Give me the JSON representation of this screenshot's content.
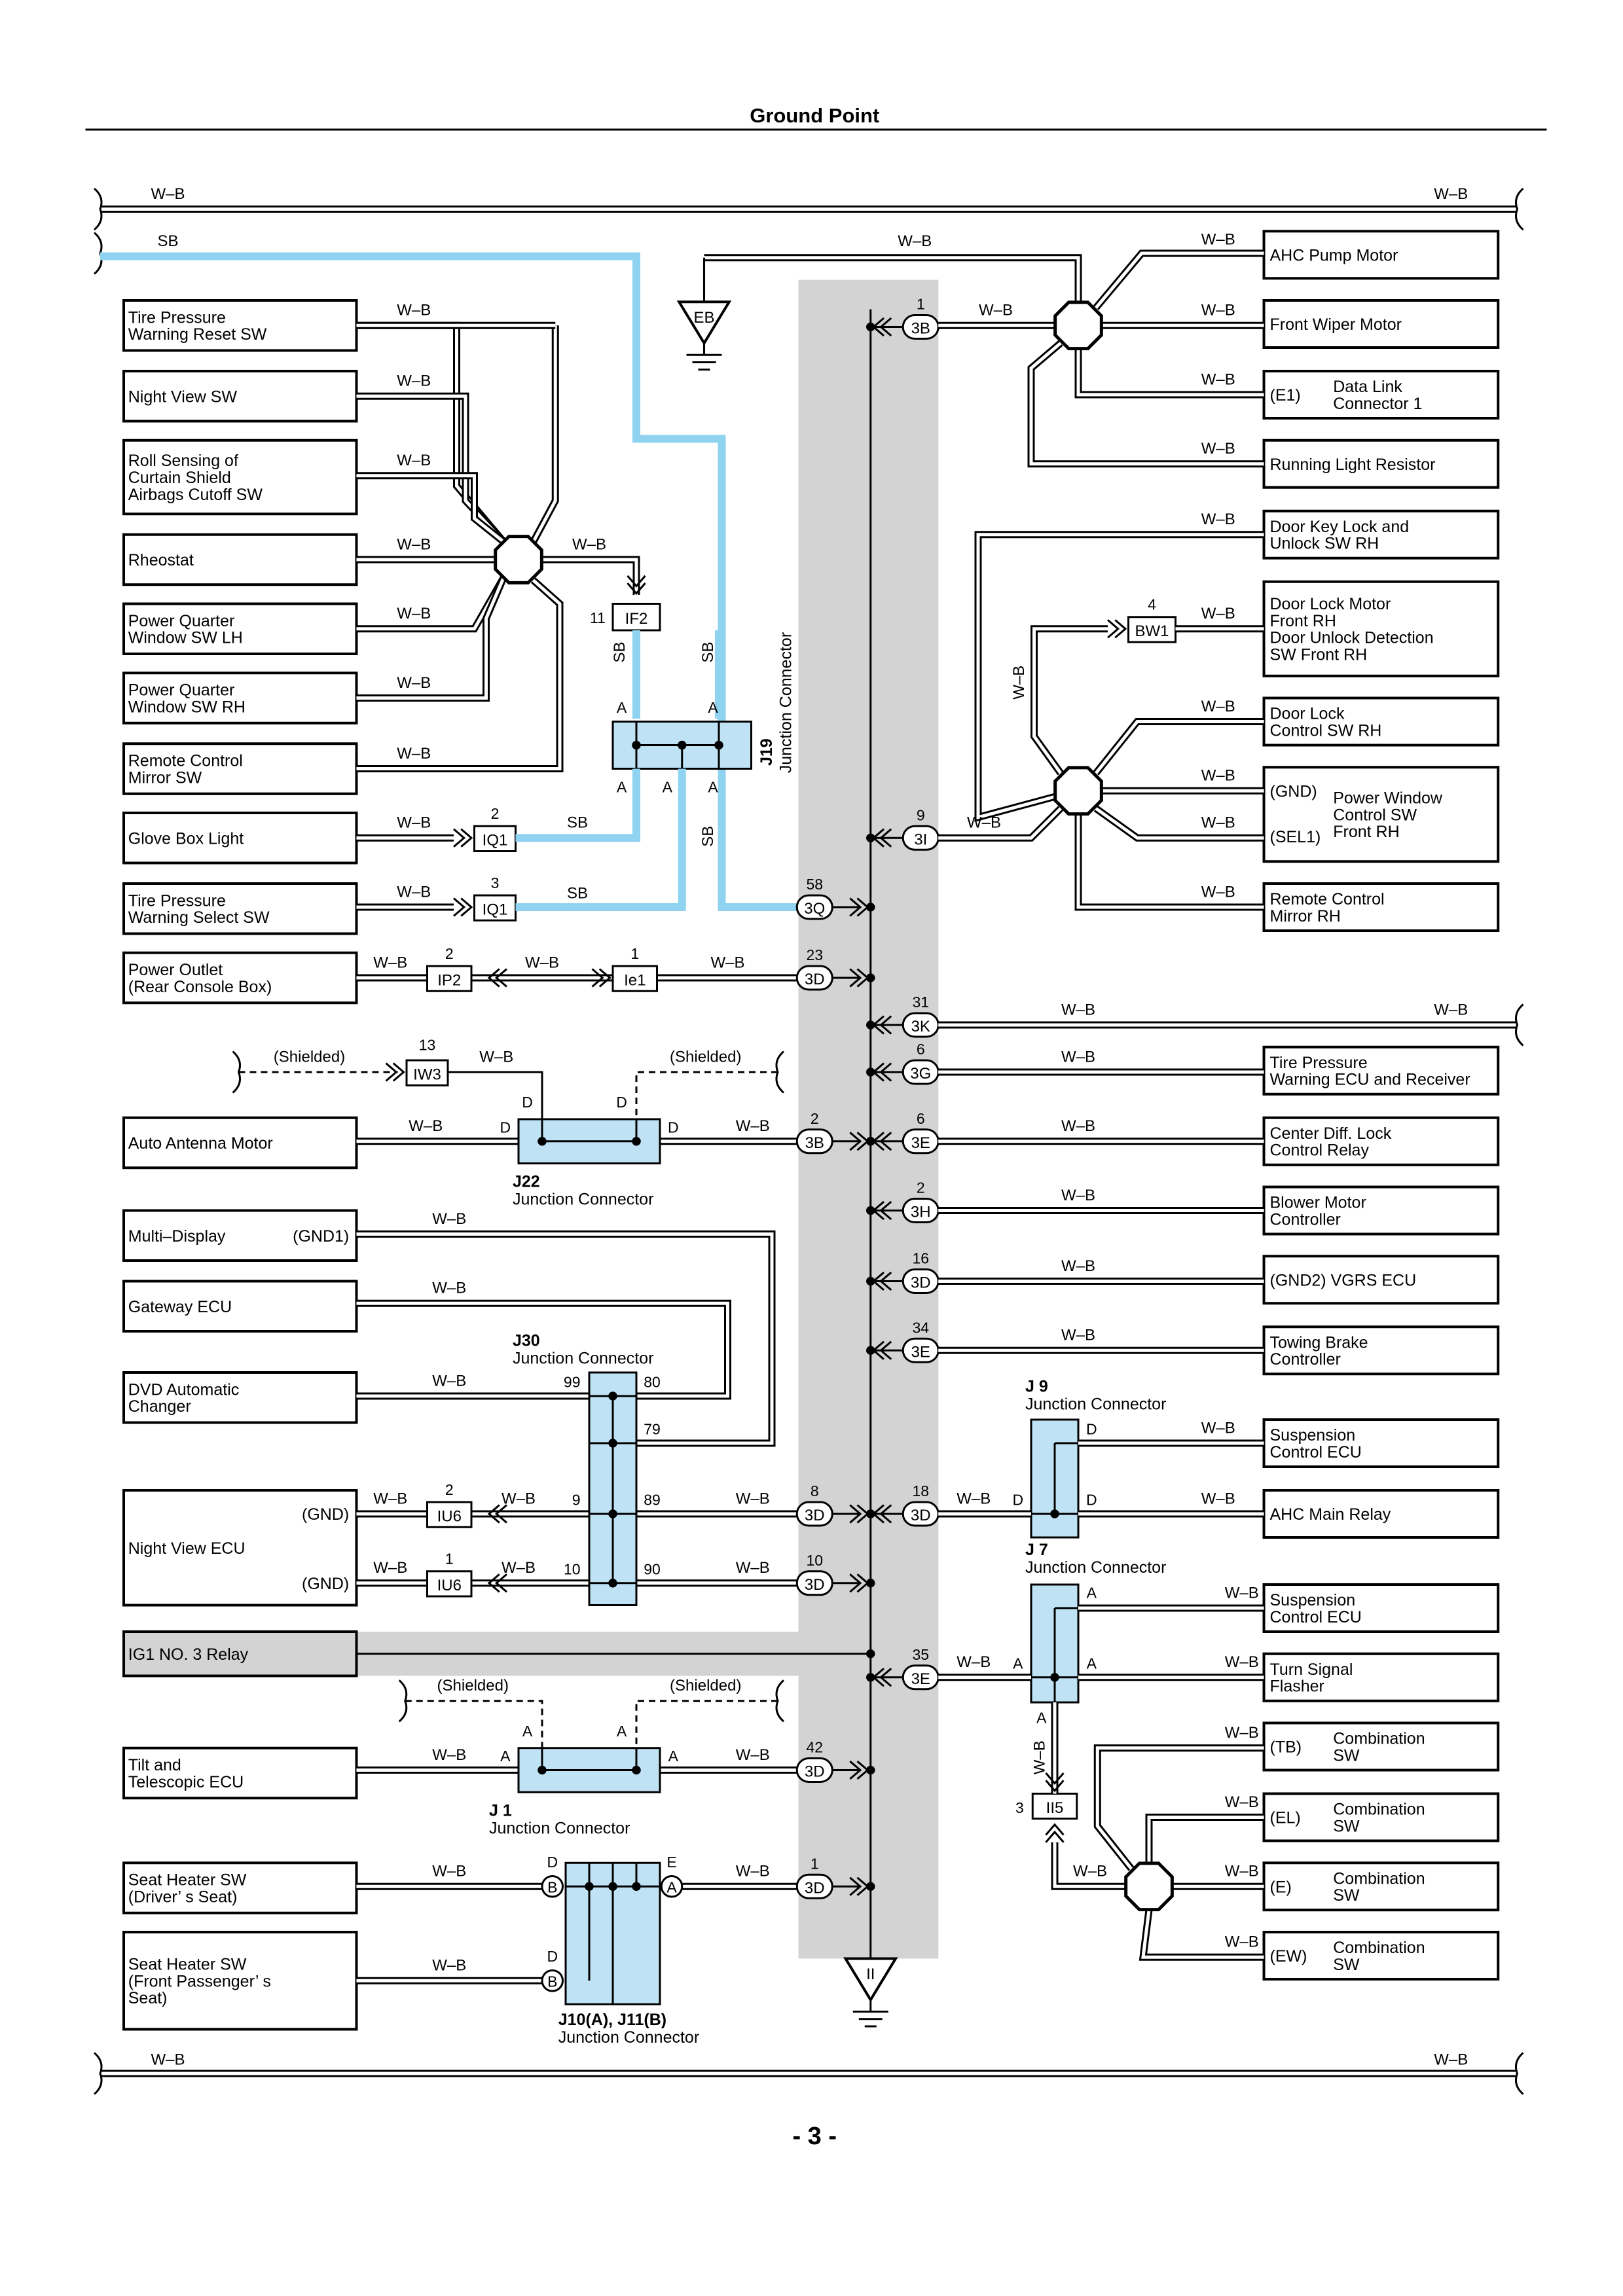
{
  "title": "Ground Point",
  "page_number": "- 3 -",
  "wire_codes": {
    "wb": "W–B",
    "sb": "SB"
  },
  "shielded": "(Shielded)",
  "vertical_label": "Junction Connector",
  "ground_points": [
    {
      "code": "EB"
    },
    {
      "code": "II"
    }
  ],
  "left_components": [
    {
      "lines": [
        "Tire Pressure",
        "Warning Reset SW"
      ]
    },
    {
      "lines": [
        "Night View SW"
      ]
    },
    {
      "lines": [
        "Roll Sensing of",
        "Curtain Shield",
        "Airbags Cutoff SW"
      ]
    },
    {
      "lines": [
        "Rheostat"
      ]
    },
    {
      "lines": [
        "Power Quarter",
        "Window SW LH"
      ]
    },
    {
      "lines": [
        "Power Quarter",
        "Window SW RH"
      ]
    },
    {
      "lines": [
        "Remote Control",
        "Mirror SW"
      ]
    },
    {
      "lines": [
        "Glove Box Light"
      ]
    },
    {
      "lines": [
        "Tire Pressure",
        "Warning Select SW"
      ]
    },
    {
      "lines": [
        "Power Outlet",
        "(Rear Console Box)"
      ]
    },
    {
      "lines": [
        "Auto Antenna Motor"
      ]
    },
    {
      "lines": [
        "Multi–Display"
      ],
      "term": "(GND1)"
    },
    {
      "lines": [
        "Gateway ECU"
      ]
    },
    {
      "lines": [
        "DVD Automatic",
        "Changer"
      ]
    },
    {
      "lines": [
        "Night View ECU"
      ],
      "term1": "(GND)",
      "term2": "(GND)"
    },
    {
      "lines": [
        "IG1 NO. 3 Relay"
      ]
    },
    {
      "lines": [
        "Tilt and",
        "Telescopic ECU"
      ]
    },
    {
      "lines": [
        "Seat Heater SW",
        "(Driver’ s Seat)"
      ]
    },
    {
      "lines": [
        "Seat Heater SW",
        "(Front Passenger’ s",
        " Seat)"
      ]
    }
  ],
  "right_components": [
    {
      "lines": [
        "AHC Pump Motor"
      ]
    },
    {
      "lines": [
        "Front Wiper Motor"
      ]
    },
    {
      "term": "(E1)",
      "lines": [
        "Data Link",
        "Connector 1"
      ]
    },
    {
      "lines": [
        "Running Light Resistor"
      ]
    },
    {
      "lines": [
        "Door Key Lock and",
        "Unlock SW RH"
      ]
    },
    {
      "lines": [
        "Door Lock Motor",
        "Front RH",
        "Door Unlock Detection",
        "SW Front RH"
      ]
    },
    {
      "lines": [
        "Door Lock",
        "Control SW RH"
      ]
    },
    {
      "term1": "(GND)",
      "term2": "(SEL1)",
      "lines": [
        "Power Window",
        "Control SW",
        "Front RH"
      ]
    },
    {
      "lines": [
        "Remote Control",
        "Mirror RH"
      ]
    },
    {
      "lines": [
        "Tire Pressure",
        "Warning ECU and Receiver"
      ]
    },
    {
      "lines": [
        "Center Diff.  Lock",
        "Control Relay"
      ]
    },
    {
      "lines": [
        "Blower Motor",
        "Controller"
      ]
    },
    {
      "lines": [
        "(GND2) VGRS ECU"
      ]
    },
    {
      "lines": [
        "Towing Brake",
        "Controller"
      ]
    },
    {
      "lines": [
        "Suspension",
        "Control ECU"
      ]
    },
    {
      "lines": [
        "AHC Main Relay"
      ]
    },
    {
      "lines": [
        "Suspension",
        "Control ECU"
      ]
    },
    {
      "lines": [
        "Turn Signal",
        "Flasher"
      ]
    },
    {
      "term": "(TB)",
      "lines": [
        "Combination",
        "SW"
      ]
    },
    {
      "term": "(EL)",
      "lines": [
        "Combination",
        "SW"
      ]
    },
    {
      "term": "(E)",
      "lines": [
        "Combination",
        "SW"
      ]
    },
    {
      "term": "(EW)",
      "lines": [
        "Combination",
        "SW"
      ]
    }
  ],
  "pills": [
    {
      "code": "3B",
      "pin": "1"
    },
    {
      "code": "3I",
      "pin": "9"
    },
    {
      "code": "3Q",
      "pin": "58"
    },
    {
      "code": "3D",
      "pin": "23"
    },
    {
      "code": "3K",
      "pin": "31"
    },
    {
      "code": "3G",
      "pin": "6"
    },
    {
      "code": "3B",
      "pin": "2"
    },
    {
      "code": "3E",
      "pin": "6"
    },
    {
      "code": "3H",
      "pin": "2"
    },
    {
      "code": "3D",
      "pin": "16"
    },
    {
      "code": "3E",
      "pin": "34"
    },
    {
      "code": "3D",
      "pin": "8"
    },
    {
      "code": "3D",
      "pin": "18"
    },
    {
      "code": "3D",
      "pin": "10"
    },
    {
      "code": "3E",
      "pin": "35"
    },
    {
      "code": "3D",
      "pin": "42"
    },
    {
      "code": "3D",
      "pin": "1"
    }
  ],
  "connectors": [
    {
      "code": "IF2",
      "pin": "11"
    },
    {
      "code": "IQ1",
      "pin": "2"
    },
    {
      "code": "IQ1",
      "pin": "3"
    },
    {
      "code": "IP2",
      "pin": "2"
    },
    {
      "code": "Ie1",
      "pin": "1"
    },
    {
      "code": "IW3",
      "pin": "13"
    },
    {
      "code": "IU6",
      "pin": "2"
    },
    {
      "code": "IU6",
      "pin": "1"
    },
    {
      "code": "BW1",
      "pin": "4"
    },
    {
      "code": "II5",
      "pin": "3"
    }
  ],
  "junctions": [
    {
      "id": "J19",
      "label": "Junction Connector"
    },
    {
      "id": "J22",
      "label": "Junction Connector"
    },
    {
      "id": "J30",
      "label": "Junction Connector"
    },
    {
      "id": "J 9",
      "label": "Junction Connector"
    },
    {
      "id": "J 7",
      "label": "Junction Connector"
    },
    {
      "id": "J 1",
      "label": "Junction Connector"
    },
    {
      "id": "J10(A), J11(B)",
      "label": "Junction Connector"
    }
  ],
  "junction_pins": {
    "a": "A",
    "b": "B",
    "d": "D",
    "e": "E",
    "j30": [
      "99",
      "80",
      "79",
      "89",
      "9",
      "90",
      "10"
    ]
  }
}
